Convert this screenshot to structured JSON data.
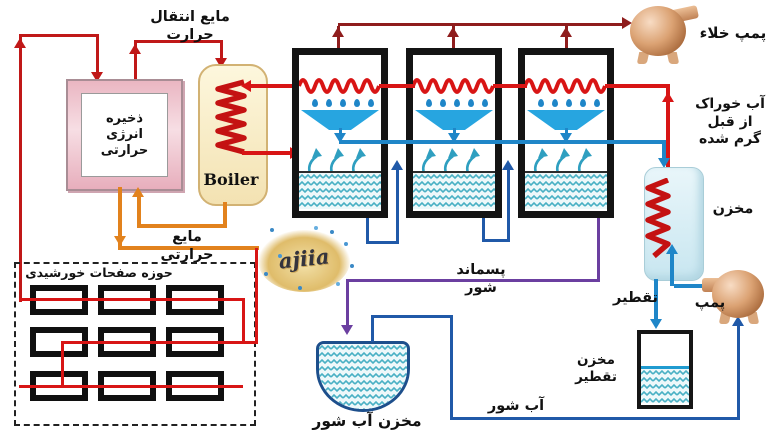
{
  "diagram": {
    "title_hint": "solar multi-effect desalination schematic",
    "labels": {
      "heat_transfer_fluid": "مایع انتقال حرارت",
      "thermal_storage": "ذخیره\nانرژی\nحرارتی",
      "boiler": "Boiler",
      "thermal_fluid": "مایع حرارتی",
      "solar_field": "حوزه صفحات خورشیدی",
      "vacuum_pump": "پمپ خلاء",
      "feed_water": "آب خوراک\nاز قبل\nگرم شده",
      "condenser_tank": "مخزن",
      "feed_pump": "پمپ",
      "distillate": "تقطیر",
      "distillate_tank": "مخزن تقطیر",
      "salt_water": "آب شور",
      "salt_water_tank": "مخزن آب شور",
      "brine_waste": "پسماند شور",
      "watermark": "ajiia"
    },
    "colors": {
      "dark_red_piping": "#c01818",
      "maroon_vacuum_line": "#8f1d1d",
      "bright_red_heater": "#d81515",
      "coil_red": "#c41212",
      "orange_thermal_fluid": "#e2821d",
      "blue_condensate": "#1f86c8",
      "navy_water_line": "#2059a8",
      "purple_brine": "#6b3fa0",
      "tray_blue": "#27a5e0",
      "wave_teal": "#49b0c4",
      "chamber_black": "#141414",
      "storage_pink": "#efc3cc",
      "boiler_cream": "#f8ecca"
    }
  }
}
